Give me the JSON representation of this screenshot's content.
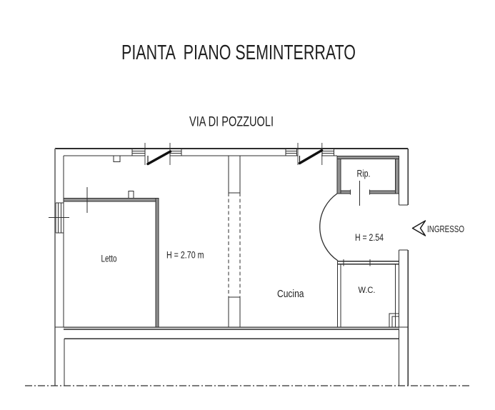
{
  "title": "PIANTA  PIANO SEMINTERRATO",
  "street": {
    "label": "VIA DI POZZUOLI"
  },
  "rooms": {
    "letto": "Letto",
    "cucina": "Cucina",
    "wc": "W.C.",
    "rip": "Rip."
  },
  "annotations": {
    "height_main": "H = 2.70 m",
    "height_entrance": "H = 2.54",
    "entrance_label": "INGRESSO"
  },
  "icons": {
    "entrance_arrow": "left-dart-arrow"
  },
  "colors": {
    "line": "#2e2e2e",
    "wall_fill": "#919191",
    "bottom_wall_fill": "#b3b3b3",
    "background": "#ffffff"
  }
}
